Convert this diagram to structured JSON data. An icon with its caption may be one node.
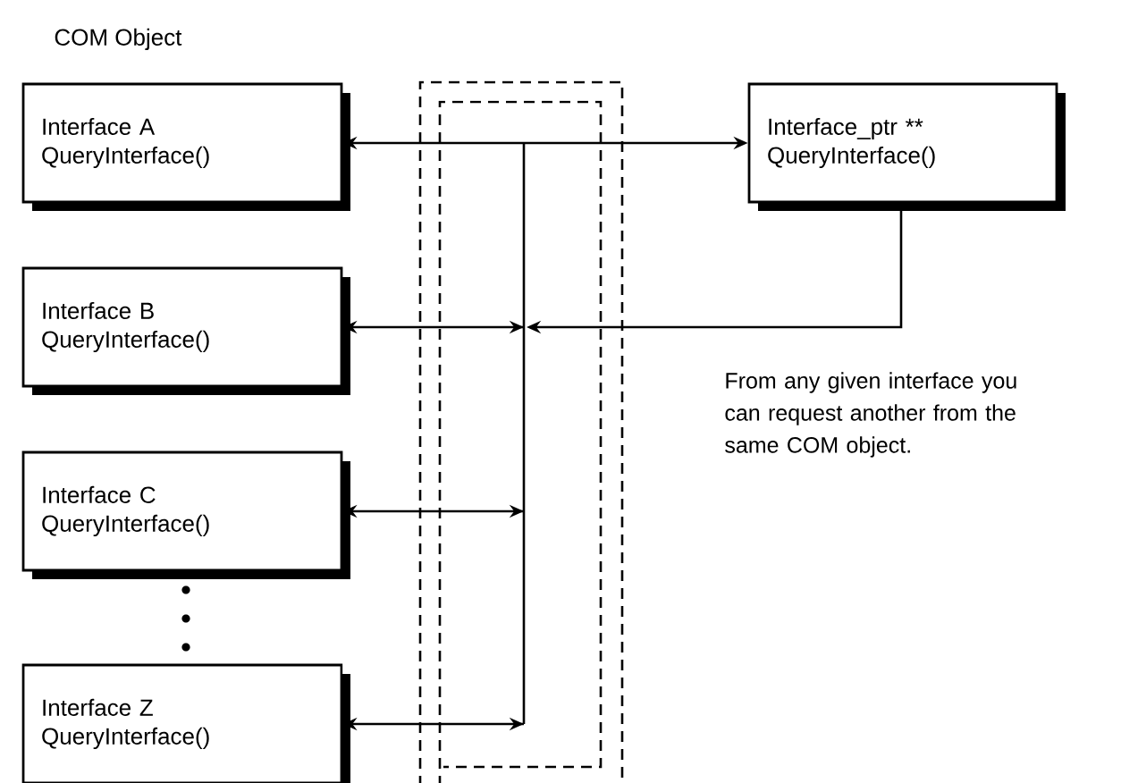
{
  "diagram": {
    "nodes": [
      {
        "text": [
          "Interface A",
          "QueryInterface()"
        ]
      },
      {
        "text": [
          "Interface B",
          "QueryInterface()"
        ]
      },
      {
        "text": [
          "Interface C",
          "QueryInterface()"
        ]
      },
      {
        "text": [
          "Interface Z",
          "QueryInterface()"
        ]
      },
      {
        "text": [
          "Interface_ptr **",
          "QueryInterface()"
        ]
      }
    ],
    "edges": [
      {
        "from": 0,
        "to": 4,
        "arrow": "both"
      },
      {
        "from": 1,
        "to": 4,
        "arrow": "both"
      },
      {
        "from": 2,
        "to": 4,
        "arrow": "both"
      },
      {
        "from": 3,
        "to": 4,
        "arrow": "both"
      },
      {
        "from": 4,
        "to": null,
        "arrow": "to"
      }
    ],
    "labels": [
      "COM Object",
      "From any given interface you can request another from the same COM object."
    ]
  }
}
